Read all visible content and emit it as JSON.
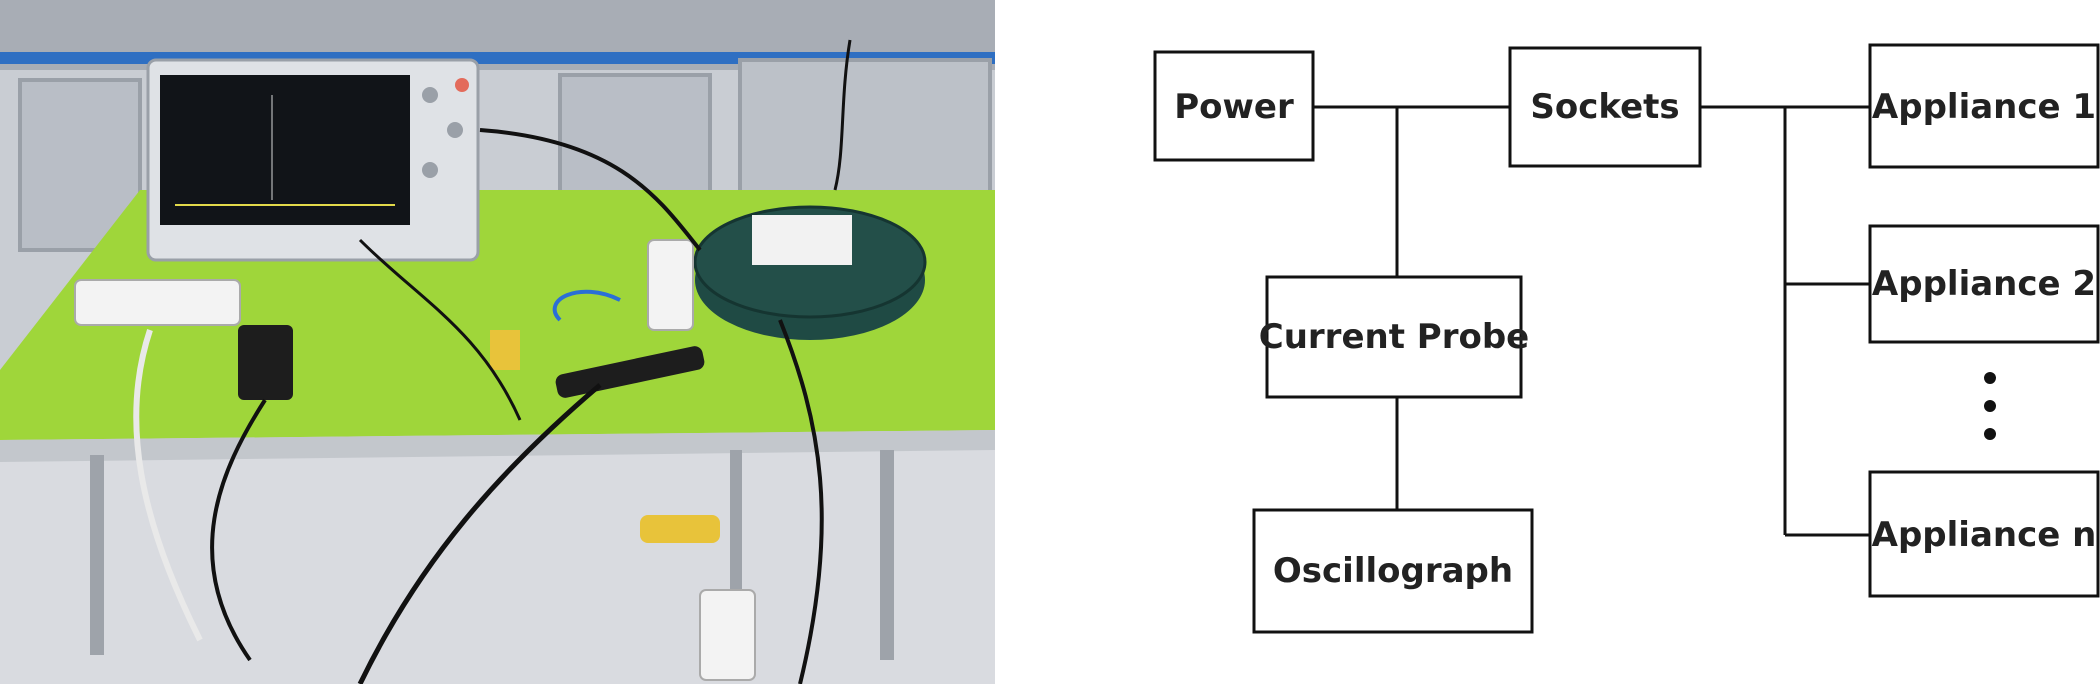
{
  "diagram": {
    "nodes": {
      "power": "Power",
      "sockets": "Sockets",
      "current_probe": "Current Probe",
      "oscillograph": "Oscillograph",
      "appliance_1": "Appliance 1",
      "appliance_2": "Appliance 2",
      "appliance_n": "Appliance n"
    },
    "ellipsis_icon": "vertical-ellipsis-icon"
  },
  "photo": {
    "description_icon": "lab-setup-photo",
    "colors": {
      "table_top": "#9fd63a",
      "floor": "#d9dbe0",
      "oscilloscope_body": "#dfe2e6",
      "screen": "#111418"
    }
  }
}
